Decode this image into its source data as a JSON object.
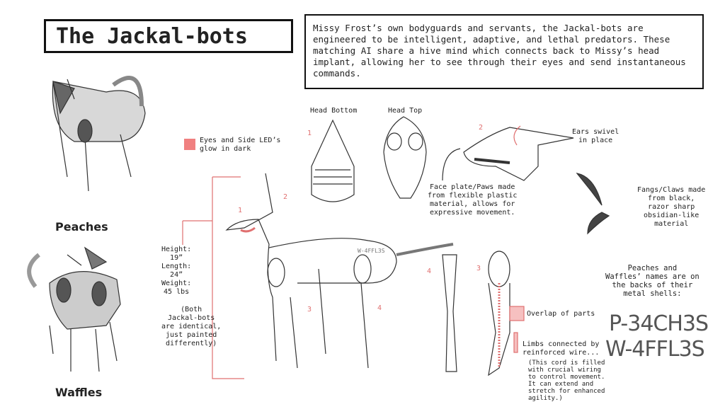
{
  "title": "The Jackal-bots",
  "description": "Missy Frost’s own bodyguards and servants, the Jackal-bots are engineered to be intelligent, adaptive, and lethal predators. These matching AI share a hive mind which connects back to Missy’s head implant, allowing her to see through their eyes and send instantaneous commands.",
  "characters": [
    {
      "name": "Peaches"
    },
    {
      "name": "Waffles"
    }
  ],
  "legend": {
    "glow": "Eyes and Side LED’s\nglow in dark",
    "overlap": "Overlap of parts",
    "wire": "Limbs connected by\nreinforced wire...",
    "wire_note": "(This cord is filled\nwith crucial wiring\nto control movement.\nIt can extend and\nstretch for enhanced\nagility.)",
    "glow_color": "#f08080"
  },
  "stats": {
    "text": "Height:\n19”\nLength:\n24”\nWeight:\n45 lbs",
    "note": "(Both\nJackal-bots\nare identical,\njust painted\ndifferently)"
  },
  "labels": {
    "head_bottom": "Head Bottom",
    "head_top": "Head Top",
    "ears": "Ears swivel\nin place",
    "face": "Face plate/Paws made\nfrom flexible plastic\nmaterial, allows for\nexpressive movement.",
    "fangs": "Fangs/Claws made\nfrom black,\nrazor sharp\nobsidian-like\nmaterial",
    "names_note": "Peaches and\nWaffles’ names are on\nthe backs of their\nmetal shells:",
    "body_tag": "W-4FFL3S"
  },
  "markers": {
    "m1": "1",
    "m2": "2",
    "m3": "3",
    "m4": "4"
  },
  "codes": [
    "P-34CH3S",
    "W-4FFL3S"
  ]
}
